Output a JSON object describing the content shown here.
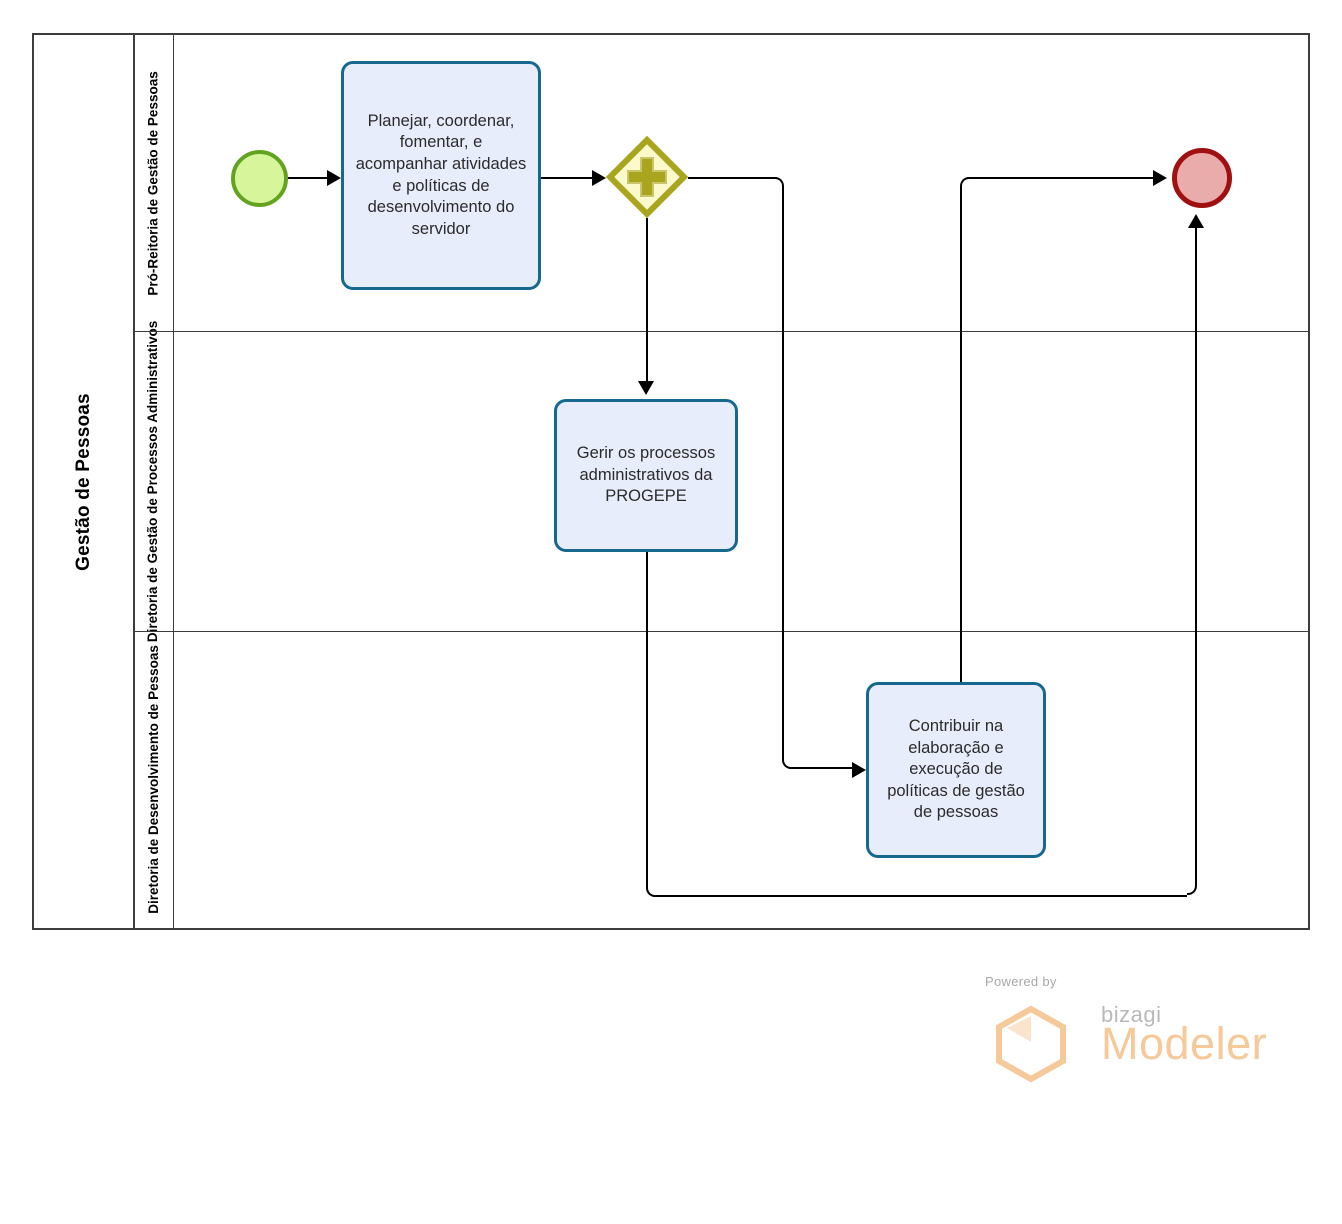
{
  "diagram": {
    "type": "bpmn-process",
    "pool": {
      "title": "Gestão de Pessoas"
    },
    "lanes": [
      {
        "id": "lane-pro-reitoria",
        "title": "Pró-Reitoria de Gestão de Pessoas"
      },
      {
        "id": "lane-processos-administrativos",
        "title": "Diretoria de Gestão de Processos Administrativos"
      },
      {
        "id": "lane-desenvolvimento",
        "title": "Diretoria de Desenvolvimento de Pessoas"
      }
    ],
    "events": {
      "start": {
        "name": "start-event",
        "label": ""
      },
      "end": {
        "name": "end-event",
        "label": ""
      }
    },
    "gateway": {
      "name": "parallel-gateway",
      "symbol": "+",
      "label": ""
    },
    "tasks": [
      {
        "id": "task-planejar",
        "label": "Planejar, coordenar, fomentar, e acompanhar atividades e políticas de desenvolvimento do servidor",
        "lane": "lane-pro-reitoria"
      },
      {
        "id": "task-gerir",
        "label": "Gerir os processos administrativos da PROGEPE",
        "lane": "lane-processos-administrativos"
      },
      {
        "id": "task-contribuir",
        "label": "Contribuir na elaboração e execução de políticas de gestão de pessoas",
        "lane": "lane-desenvolvimento"
      }
    ],
    "colors": {
      "start_fill": "#d7f59b",
      "start_stroke": "#62a420",
      "end_fill": "#eaabab",
      "end_stroke": "#a01010",
      "gateway_fill": "#fcfacd",
      "gateway_stroke": "#a9a51f",
      "task_fill": "#e8edfb",
      "task_stroke": "#17688f",
      "pool_stroke": "#3d3d3d",
      "connector": "#000000"
    }
  },
  "watermark": {
    "powered_by": "Powered by",
    "brand": "bizagi",
    "product": "Modeler",
    "brand_color": "#f6c99a"
  }
}
